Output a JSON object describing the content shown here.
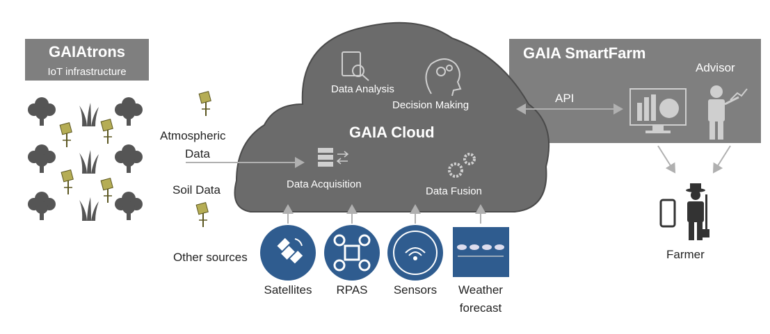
{
  "colors": {
    "panel": "#7f7f7f",
    "cloud": "#6b6b6b",
    "cloud_border": "#4a4a4a",
    "icon_circle": "#2f5c8f",
    "sensor_olive": "#b5ad55",
    "tree": "#555555",
    "arrow": "#b0b0b0"
  },
  "gaiatrons": {
    "title": "GAIAtrons",
    "subtitle": "IoT infrastructure"
  },
  "inputs": {
    "atmospheric_line1": "Atmospheric",
    "atmospheric_line2": "Data",
    "soil": "Soil Data",
    "other_sources": "Other sources"
  },
  "cloud": {
    "title": "GAIA Cloud",
    "data_analysis": "Data Analysis",
    "decision_making": "Decision Making",
    "data_acquisition": "Data Acquisition",
    "data_fusion": "Data Fusion"
  },
  "smartfarm": {
    "title": "GAIA SmartFarm",
    "advisor": "Advisor",
    "api": "API"
  },
  "sources": [
    {
      "label": "Satellites",
      "icon": "satellite-icon"
    },
    {
      "label": "RPAS",
      "icon": "drone-icon"
    },
    {
      "label": "Sensors",
      "icon": "wifi-sensor-icon"
    },
    {
      "label_line1": "Weather",
      "label_line2": "forecast",
      "icon": "weather-map-icon"
    }
  ],
  "farmer": "Farmer"
}
